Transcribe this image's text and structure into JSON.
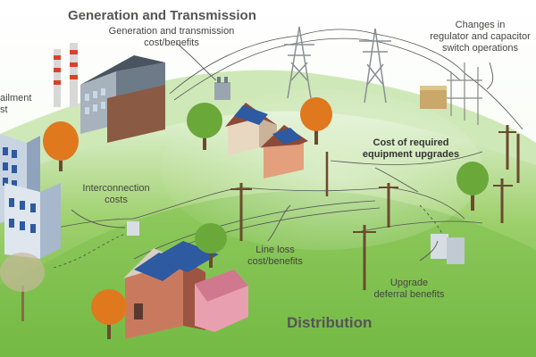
{
  "titles": {
    "generation": "Generation and Transmission",
    "distribution": "Distribution"
  },
  "labels": {
    "gen_trans_cost": [
      "Generation and transmission",
      "cost/benefits"
    ],
    "regulator_capacitor": [
      "Changes in",
      "regulator and capacitor",
      "switch operations"
    ],
    "curtailment_cost": [
      "ailment",
      "st"
    ],
    "equipment_upgrades": [
      "Cost of required",
      "equipment upgrades"
    ],
    "interconnection": [
      "Interconnection",
      "costs"
    ],
    "line_loss": [
      "Line loss",
      "cost/benefits"
    ],
    "upgrade_deferral": [
      "Upgrade",
      "deferral benefits"
    ]
  },
  "colors": {
    "ground": "#7cc04a",
    "ground_light": "#d8ecc8",
    "tree_autumn": "#e0781e",
    "tree_green": "#6aa83a",
    "roof_solar": "#2d5aa0",
    "brick": "#b5584a",
    "pole": "#6b4a2e",
    "tower": "#8a8f94"
  },
  "icons": [
    "power-plant-icon",
    "transmission-tower-icon",
    "substation-icon",
    "transformer-icon",
    "utility-pole-icon",
    "house-icon",
    "office-building-icon",
    "solar-panel-icon",
    "tree-icon"
  ]
}
